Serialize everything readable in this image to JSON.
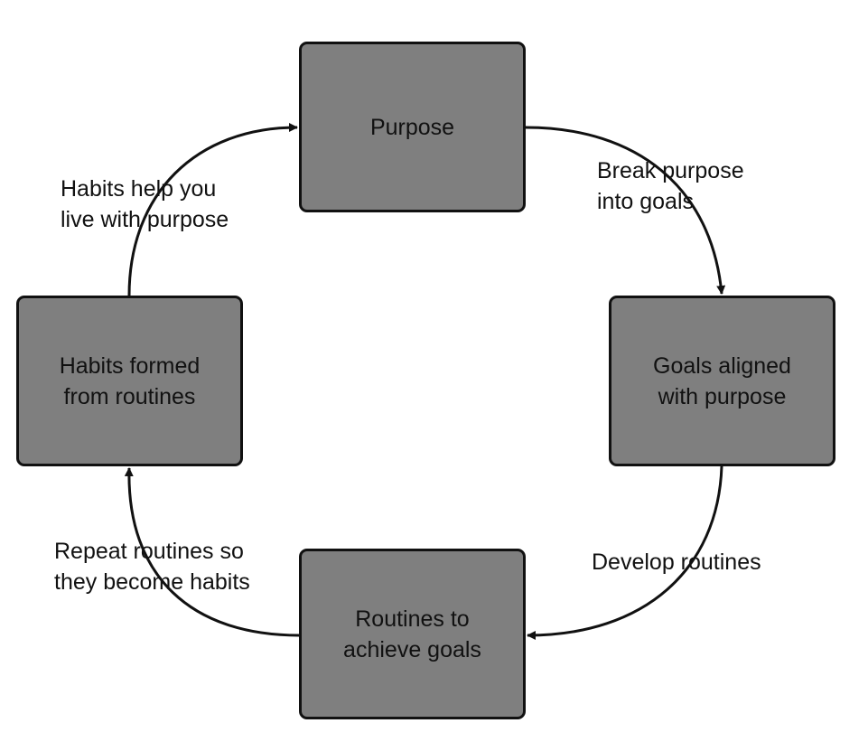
{
  "nodes": {
    "purpose": "Purpose",
    "goals": "Goals aligned\nwith purpose",
    "routines": "Routines to\nachieve goals",
    "habits": "Habits formed\nfrom routines"
  },
  "edges": {
    "purpose_to_goals": "Break purpose\ninto goals",
    "goals_to_routines": "Develop routines",
    "routines_to_habits": "Repeat routines so\nthey become habits",
    "habits_to_purpose": "Habits help you\nlive with purpose"
  },
  "colors": {
    "box_fill": "#7f7f7f",
    "stroke": "#111111",
    "background": "#ffffff"
  }
}
